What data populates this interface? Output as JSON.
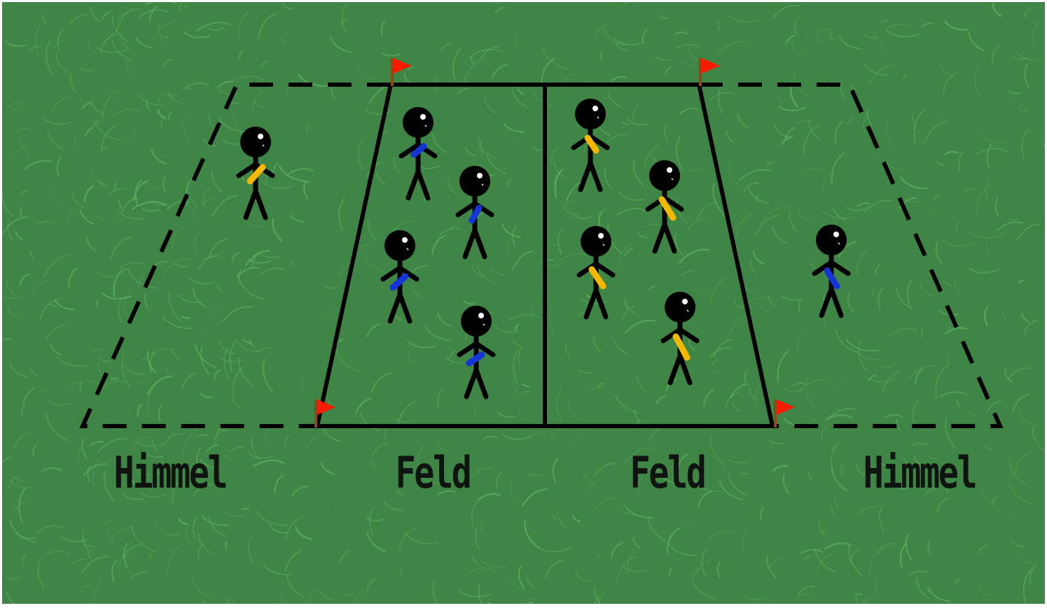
{
  "labels": {
    "left_zone": "Himmel",
    "left_field": "Feld",
    "right_field": "Feld",
    "right_zone": "Himmel"
  },
  "colors": {
    "grass": "#3f8545",
    "grass_streak": "#5fb866",
    "line": "#000000",
    "team_blue": "#1535d6",
    "team_yellow": "#f2b900",
    "flag": "#ff1a00",
    "flag_pole": "#8a4a1a"
  },
  "teams": {
    "blue": {
      "field_players": 4,
      "sky_players": 1
    },
    "yellow": {
      "field_players": 4,
      "sky_players": 1
    }
  },
  "flags": 4
}
